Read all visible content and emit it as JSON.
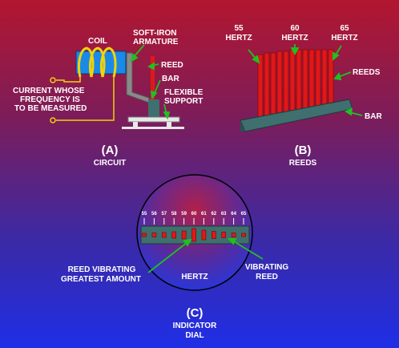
{
  "circuit": {
    "coil": "COIL",
    "armature_l1": "SOFT-IRON",
    "armature_l2": "ARMATURE",
    "reed": "REED",
    "bar": "BAR",
    "support_l1": "FLEXIBLE",
    "support_l2": "SUPPORT",
    "current_l1": "CURRENT WHOSE",
    "current_l2": "FREQUENCY IS",
    "current_l3": "TO BE MEASURED",
    "letter": "(A)",
    "caption": "CIRCUIT"
  },
  "reeds": {
    "hz55_num": "55",
    "hz55_unit": "HERTZ",
    "hz60_num": "60",
    "hz60_unit": "HERTZ",
    "hz65_num": "65",
    "hz65_unit": "HERTZ",
    "reeds_label": "REEDS",
    "bar_label": "BAR",
    "letter": "(B)",
    "caption": "REEDS"
  },
  "dial": {
    "ticks": [
      "55",
      "56",
      "57",
      "58",
      "59",
      "60",
      "61",
      "62",
      "63",
      "64",
      "65"
    ],
    "hertz": "HERTZ",
    "vibrating_most_l1": "REED VIBRATING",
    "vibrating_most_l2": "GREATEST AMOUNT",
    "vibrating_reed_l1": "VIBRATING",
    "vibrating_reed_l2": "REED",
    "letter": "(C)",
    "caption_l1": "INDICATOR",
    "caption_l2": "DIAL"
  },
  "colors": {
    "reed": "#e01818",
    "bar": "#3f6f6f",
    "arrow": "#20c020",
    "coil_body": "#1a8ae6",
    "coil_wire": "#f2d20a"
  }
}
